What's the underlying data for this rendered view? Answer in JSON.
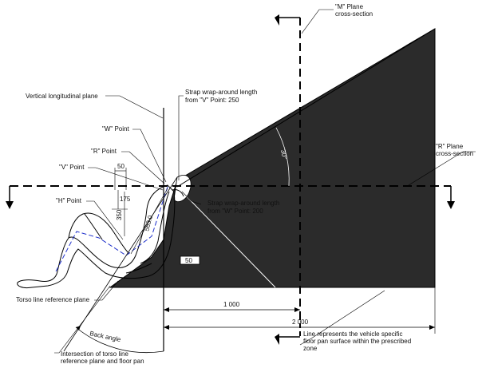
{
  "labels": {
    "m_plane": [
      "\"M\" Plane",
      "cross-section"
    ],
    "r_plane": [
      "\"R\" Plane",
      "cross-section"
    ],
    "vertical_plane": "Vertical longitudinal plane",
    "strap_v": [
      "Strap wrap-around length",
      "from \"V\" Point: 250"
    ],
    "strap_w": [
      "Strap wrap-around length",
      "from \"W\" Point: 200"
    ],
    "w_point": "\"W\" Point",
    "r_point": "\"R\" Point",
    "v_point": "\"V\" Point",
    "h_point": "\"H\" Point",
    "torso_plane": "Torso line reference plane",
    "back_angle": "Back angle",
    "intersection": [
      "Intersection of torso line",
      "reference plane and floor pan"
    ],
    "floor_note": [
      "Line represents the vehicle specific",
      "floor pan surface within the prescribed",
      "zone"
    ]
  },
  "dimensions": {
    "d50_top": "50",
    "d175": "175",
    "d350": "350",
    "d563": "563.0",
    "angle30": "30°",
    "d50_box": "50",
    "d1000": "1 000",
    "d2000": "2 000"
  }
}
